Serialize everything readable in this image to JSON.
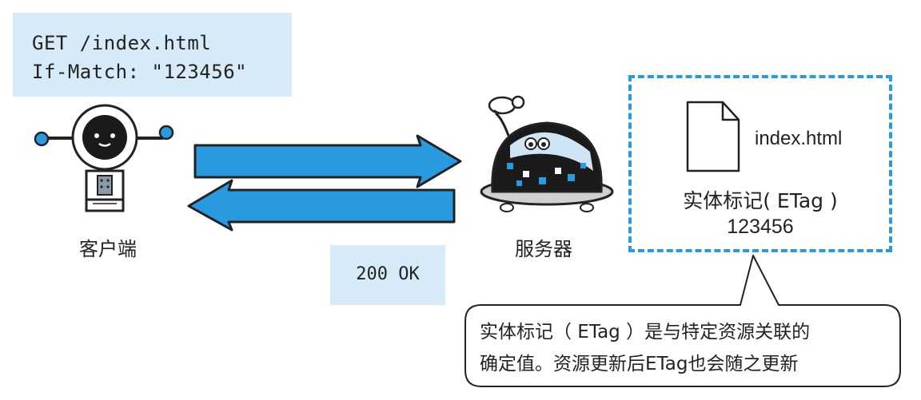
{
  "request": {
    "line1": "GET /index.html",
    "line2": "If-Match: \"123456\""
  },
  "response": {
    "status": "200 OK"
  },
  "client": {
    "label": "客户端"
  },
  "server": {
    "label": "服务器"
  },
  "resource": {
    "file_name": "index.html",
    "etag_title": "实体标记( ETag )",
    "etag_value": "123456"
  },
  "callout": {
    "line1": "实体标记（ ETag ）是与特定资源关联的",
    "line2": "确定值。资源更新后ETag也会随之更新"
  },
  "colors": {
    "arrow_blue": "#2a9ae0",
    "box_fill": "#d6ebf7",
    "dashed_border": "#2a9ae0"
  }
}
